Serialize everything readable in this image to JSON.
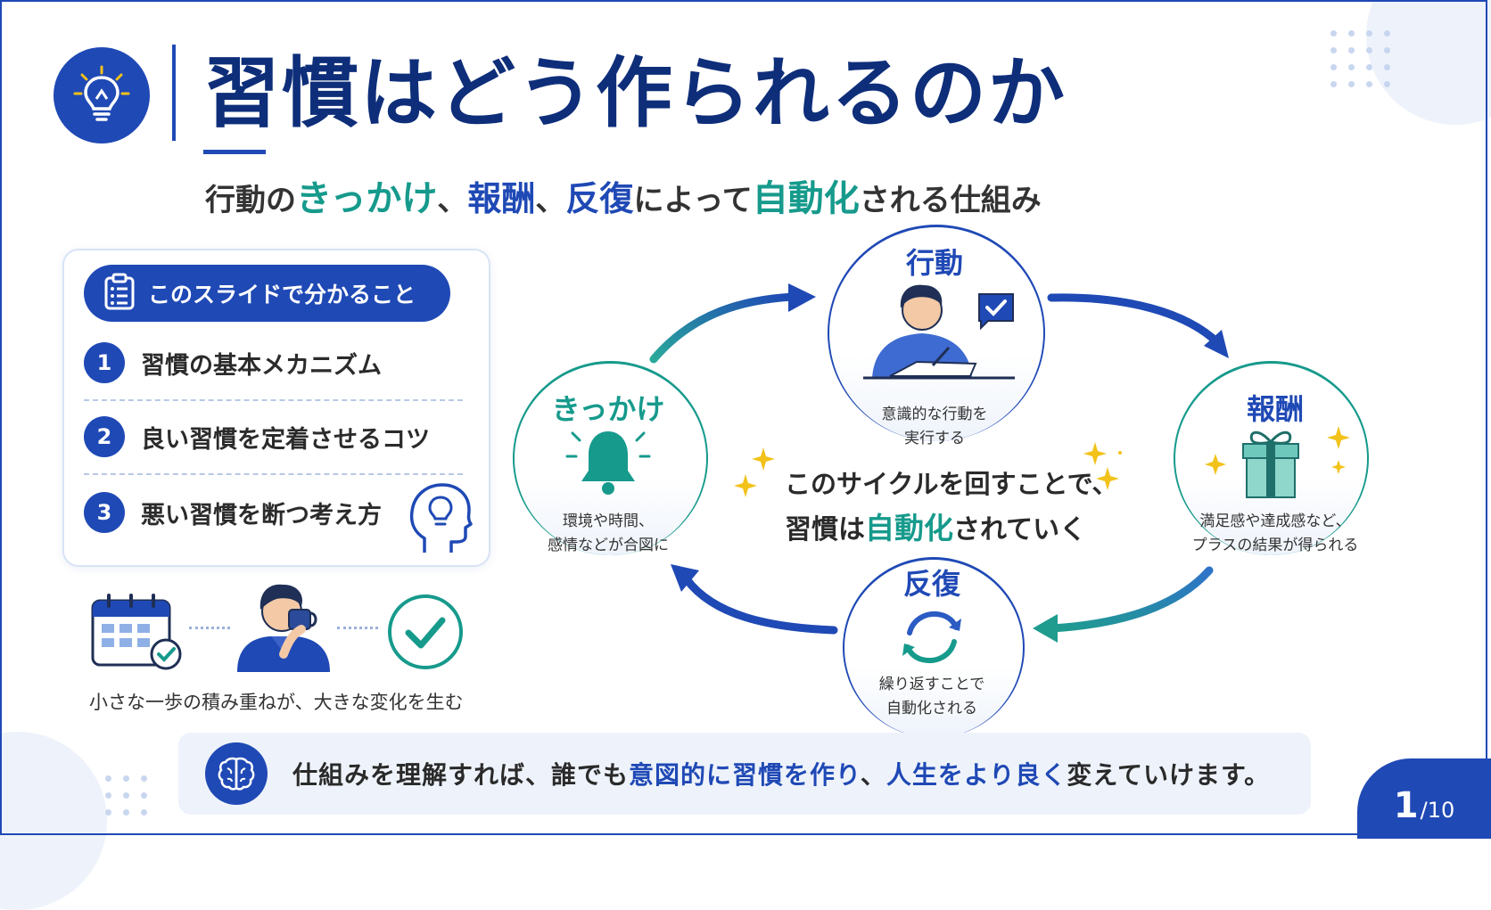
{
  "title": "習慣はどう作られるのか",
  "subtitle": {
    "p1": "行動の",
    "k1": "きっかけ",
    "p2": "、",
    "k2": "報酬",
    "p3": "、",
    "k3": "反復",
    "p4": "によって",
    "k4": "自動化",
    "p5": "される仕組み"
  },
  "panel": {
    "heading": "このスライドで分かること",
    "items": [
      {
        "num": "1",
        "label": "習慣の基本メカニズム"
      },
      {
        "num": "2",
        "label": "良い習慣を定着させるコツ"
      },
      {
        "num": "3",
        "label": "悪い習慣を断つ考え方"
      }
    ]
  },
  "strip": {
    "caption": "小さな一歩の積み重ねが、大きな変化を生む"
  },
  "cycle": {
    "action": {
      "label": "行動",
      "desc1": "意識的な行動を",
      "desc2": "実行する"
    },
    "trigger": {
      "label": "きっかけ",
      "desc1": "環境や時間、",
      "desc2": "感情などが合図に"
    },
    "reward": {
      "label": "報酬",
      "desc1": "満足感や達成感など、",
      "desc2": "プラスの結果が得られる"
    },
    "repeat": {
      "label": "反復",
      "desc1": "繰り返すことで",
      "desc2": "自動化される"
    },
    "center": {
      "line1": "このサイクルを回すことで、",
      "l2a": "習慣は",
      "l2b": "自動化",
      "l2c": "されていく"
    }
  },
  "bottom": {
    "t1": "仕組みを理解すれば、誰でも",
    "t2": "意図的に習慣を作り",
    "t3": "、",
    "t4": "人生をより良く",
    "t5": "変えていけます。"
  },
  "page": {
    "current": "1",
    "total": "/10"
  },
  "colors": {
    "primary": "#1f49b5",
    "navy": "#0e2e7a",
    "teal": "#169a8c",
    "bg": "#eef3fb",
    "star": "#f2c21a"
  },
  "icons": [
    "lightbulb-icon",
    "clipboard-icon",
    "head-bulb-icon",
    "calendar-icon",
    "person-drinking-icon",
    "check-circle-icon",
    "person-writing-icon",
    "chat-check-icon",
    "bell-icon",
    "gift-icon",
    "sparkle-icon",
    "refresh-cycle-icon",
    "brain-icon"
  ]
}
